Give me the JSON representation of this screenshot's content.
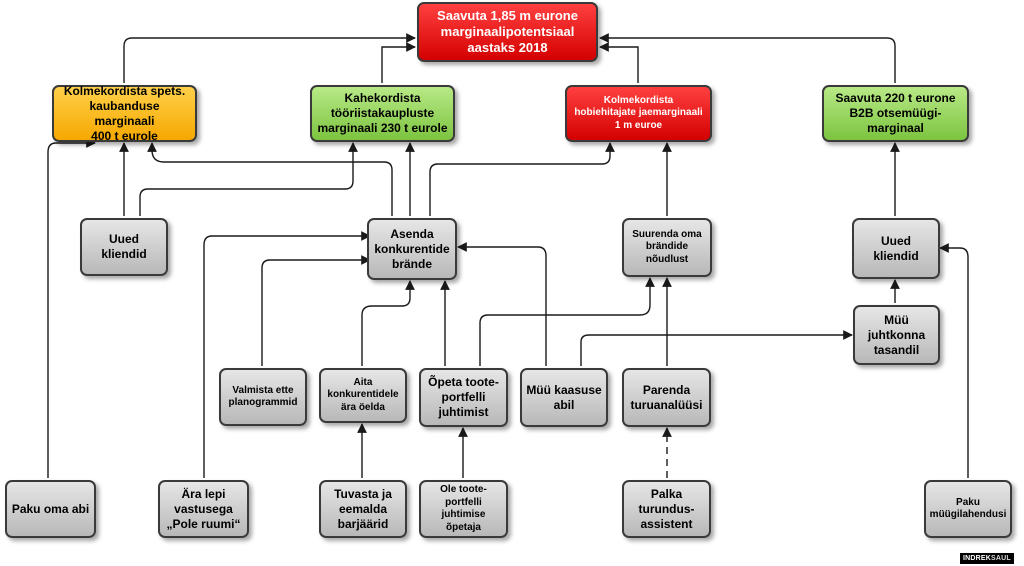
{
  "nodes": {
    "goal_main": "Saavuta 1,85 m eurone\nmarginaalipotentsiaal\naastaks 2018",
    "spets_margin": "Kolmekordista spets.\nkaubanduse marginaali\n400 t eurole",
    "tooriist_margin": "Kahekordista\ntööriistakaupluste\nmarginaali 230 t eurole",
    "hobi_margin": "Kolmekordista\nhobiehitajate jaemarginaali\n1 m euroe",
    "b2b_margin": "Saavuta 220 t eurone\nB2B  otsemüügi-\nmarginaal",
    "uued_kliendid_left": "Uued kliendid",
    "asenda": "Asenda\nkonkurentide\nbrände",
    "suurenda": "Suurenda oma\nbrändide\nnõudlust",
    "uued_kliendid_right": "Uued kliendid",
    "muu_juhtkonna": "Müü\njuhtkonna\ntasandil",
    "valmista": "Valmista ette\nplanogrammid",
    "aita": "Aita\nkonkurentidele\nära öelda",
    "opeta": "Õpeta toote-\nportfelli\njuhtimist",
    "muu_kaasuse": "Müü kaasuse\nabil",
    "parenda": "Parenda\nturuanalüüsi",
    "paku_abi": "Paku oma abi",
    "ara_lepi": "Ära lepi\nvastusega\n„Pole ruumi“",
    "tuvasta": "Tuvasta ja\neemalda\nbarjäärid",
    "ole": "Ole toote-\nportfelli\njuhtimise\nõpetaja",
    "palka": "Palka\nturundus-\nassistent",
    "paku_lahendusi": "Paku\nmüügilahendusi"
  },
  "logo": {
    "part1": "INDREK",
    "part2": "SAUL"
  },
  "colors": {
    "red": "#e00000",
    "orange": "#f5b000",
    "green": "#8fd14f",
    "gray": "#cfcfcf",
    "line": "#1a1a1a"
  }
}
